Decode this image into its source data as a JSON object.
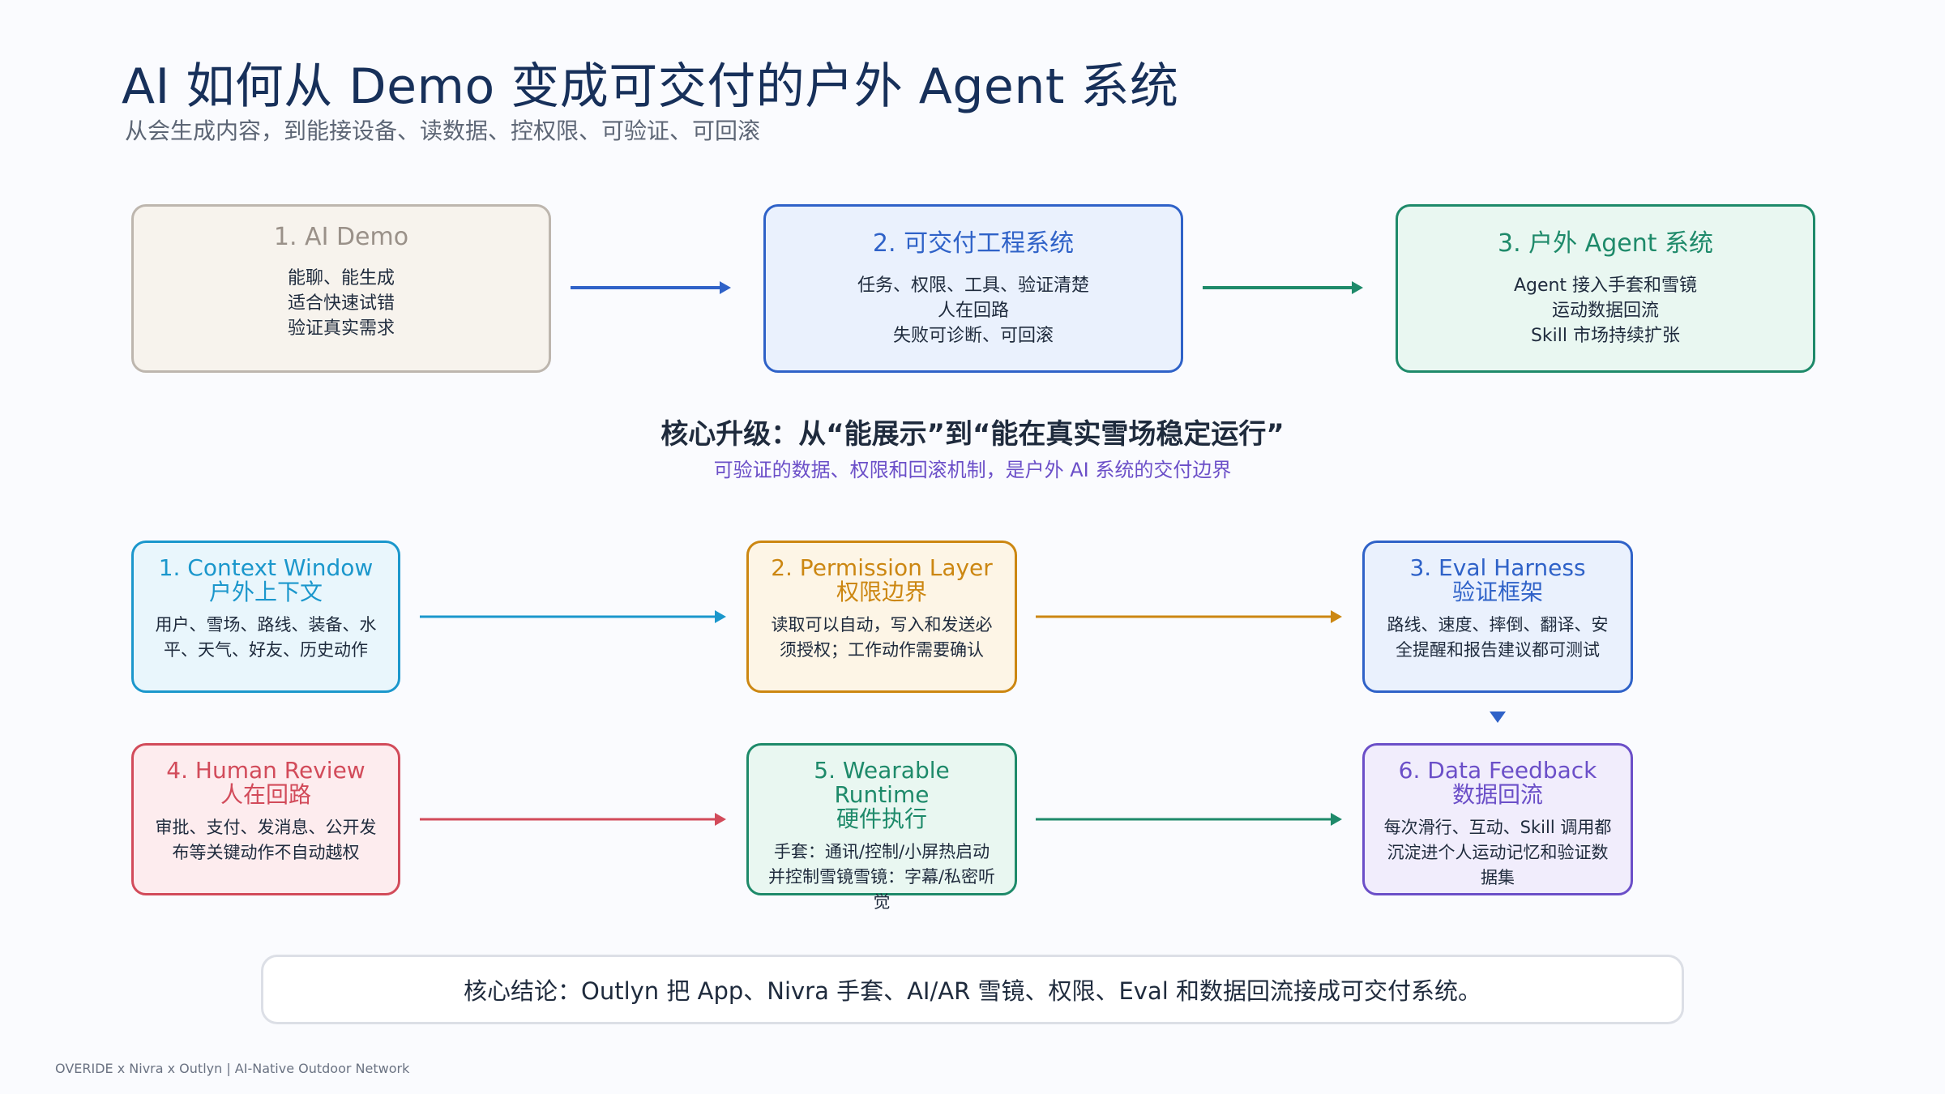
{
  "header": {
    "title": "AI 如何从 Demo 变成可交付的户外 Agent 系统",
    "subtitle": "从会生成内容，到能接设备、读数据、控权限、可验证、可回滚"
  },
  "stages": [
    {
      "title": "1. AI Demo",
      "lines": [
        "能聊、能生成",
        "适合快速试错",
        "验证真实需求"
      ]
    },
    {
      "title": "2. 可交付工程系统",
      "lines": [
        "任务、权限、工具、验证清楚",
        "人在回路",
        "失败可诊断、可回滚"
      ]
    },
    {
      "title": "3. 户外 Agent 系统",
      "lines": [
        "Agent 接入手套和雪镜",
        "运动数据回流",
        "Skill 市场持续扩张"
      ]
    }
  ],
  "core": {
    "heading": "核心升级：从“能展示”到“能在真实雪场稳定运行”",
    "subheading": "可验证的数据、权限和回滚机制，是户外 AI 系统的交付边界"
  },
  "layers": [
    {
      "title": "1. Context Window",
      "subtitle": "户外上下文",
      "desc": "用户、雪场、路线、装备、水平、天气、好友、历史动作"
    },
    {
      "title": "2. Permission Layer",
      "subtitle": "权限边界",
      "desc": "读取可以自动，写入和发送必须授权；工作动作需要确认"
    },
    {
      "title": "3. Eval Harness",
      "subtitle": "验证框架",
      "desc": "路线、速度、摔倒、翻译、安全提醒和报告建议都可测试"
    },
    {
      "title": "4. Human Review",
      "subtitle": "人在回路",
      "desc": "审批、支付、发消息、公开发布等关键动作不自动越权"
    },
    {
      "title": "5. Wearable Runtime",
      "subtitle": "硬件执行",
      "desc": "手套：通讯/控制/小屏热启动并控制雪镜雪镜：字幕/私密听觉"
    },
    {
      "title": "6. Data Feedback",
      "subtitle": "数据回流",
      "desc": "每次滑行、互动、Skill 调用都沉淀进个人运动记忆和验证数据集"
    }
  ],
  "conclusion": "核心结论：Outlyn 把 App、Nivra 手套、AI/AR 雪镜、权限、Eval 和数据回流接成可交付系统。",
  "footer": "OVERIDE x Nivra x Outlyn  |  AI-Native Outdoor Network",
  "colors": {
    "stage1": "#9a9189",
    "stage2": "#2f62c8",
    "stage3": "#1e8a6a",
    "layer1": "#1b97cc",
    "layer2": "#cc8712",
    "layer3": "#2f62c8",
    "layer4": "#d24b5a",
    "layer5": "#1e8a6a",
    "layer6": "#6b4fc8"
  }
}
